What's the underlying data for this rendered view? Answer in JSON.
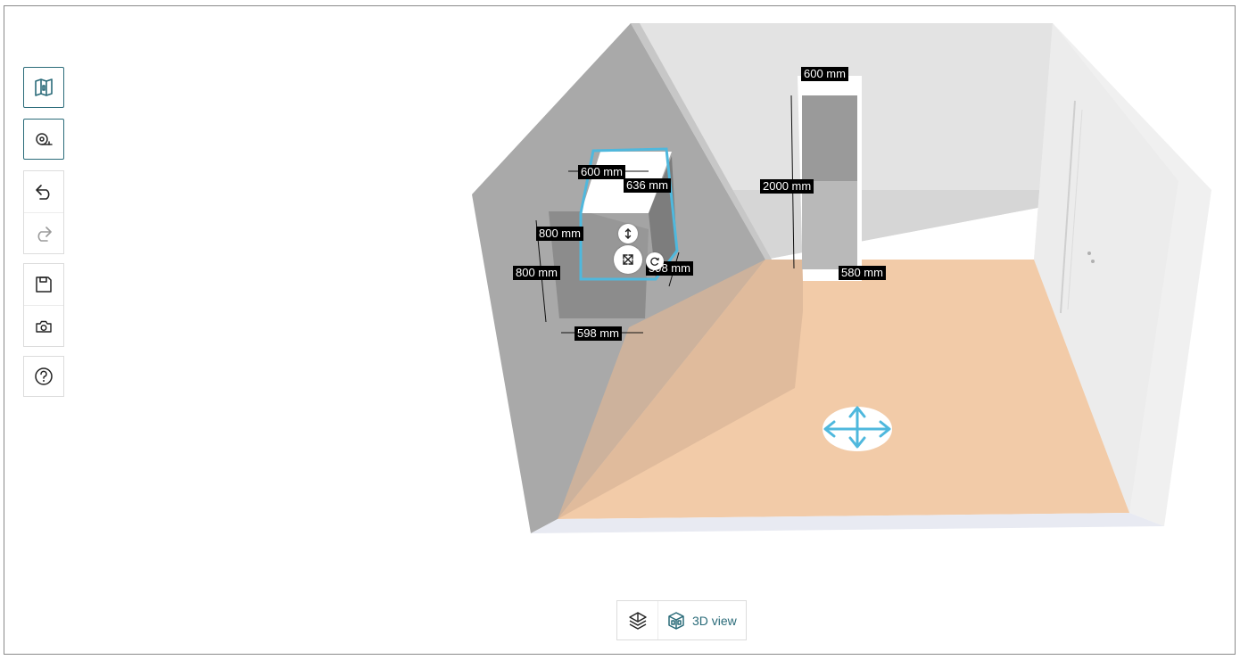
{
  "toolbar": {
    "floorplan": {
      "icon": "floorplan-icon"
    },
    "measure": {
      "icon": "tape-measure-icon"
    },
    "undo": {
      "icon": "undo-icon"
    },
    "redo": {
      "icon": "redo-icon"
    },
    "save": {
      "icon": "save-icon"
    },
    "screenshot": {
      "icon": "camera-icon"
    },
    "help": {
      "icon": "help-icon"
    }
  },
  "scene": {
    "colors": {
      "selection": "#4fb8dd",
      "floor": "#f2cba8",
      "wall": "#bdbdbd"
    },
    "cabinet": {
      "top_width": "600 mm",
      "depth": "636 mm",
      "height_front": "800 mm",
      "height_side": "800 mm",
      "width_right": "598 mm",
      "width_bottom": "598 mm"
    },
    "tall_cabinet": {
      "width": "600 mm",
      "height": "2000 mm",
      "depth": "580 mm"
    }
  },
  "viewbar": {
    "view_2d": {
      "icon": "2d-layers-icon"
    },
    "view_3d": {
      "icon": "3d-cube-icon",
      "label": "3D view"
    }
  }
}
